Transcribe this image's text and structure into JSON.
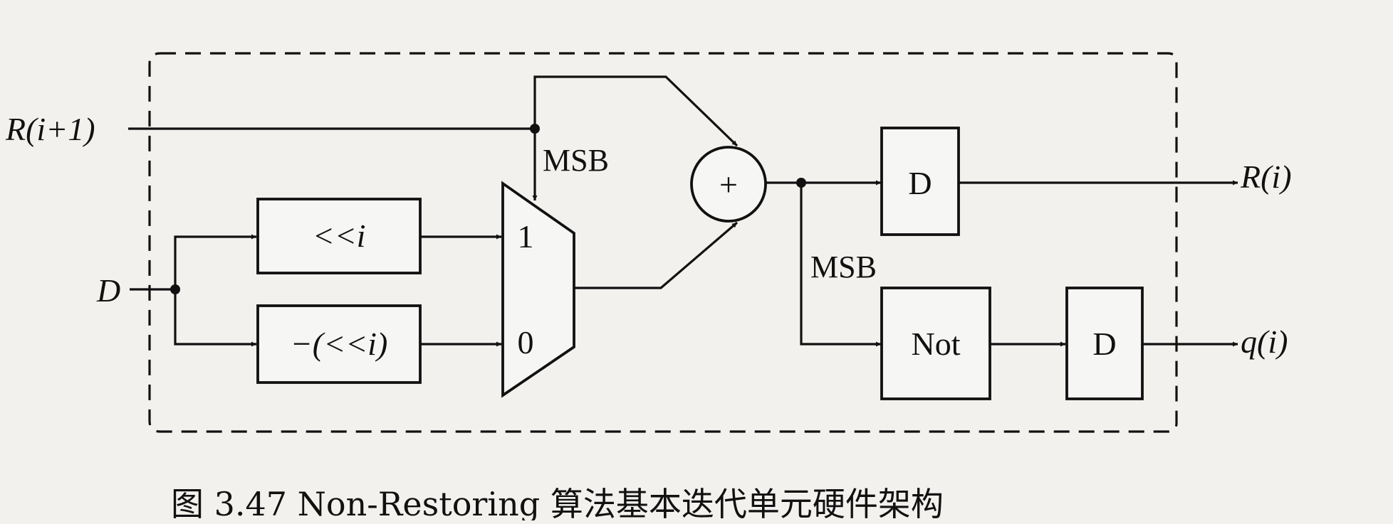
{
  "diagram": {
    "inputs": {
      "r_in": "R(i+1)",
      "d_in": "D"
    },
    "outputs": {
      "r_out": "R(i)",
      "q_out": "q(i)"
    },
    "blocks": {
      "shift_pos": "<<i",
      "shift_neg": "−(<<i)",
      "mux_in1": "1",
      "mux_in0": "0",
      "adder": "+",
      "reg_r": "D",
      "not_gate": "Not",
      "reg_q": "D"
    },
    "signals": {
      "msb_top": "MSB",
      "msb_right": "MSB"
    },
    "caption": "图 3.47   Non-Restoring 算法基本迭代单元硬件架构"
  }
}
